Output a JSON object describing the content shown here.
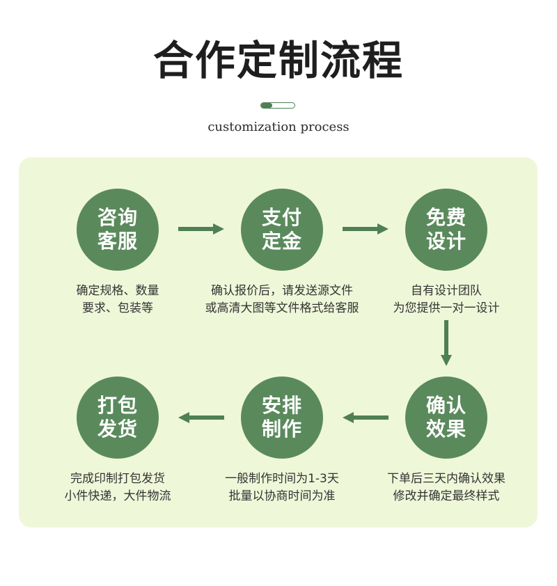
{
  "header": {
    "title": "合作定制流程",
    "subtitle": "customization process"
  },
  "colors": {
    "panel_bg": "#eff7d9",
    "circle": "#5a8a5c",
    "arrow": "#4f7f55"
  },
  "steps": [
    {
      "title": "咨询客服",
      "desc": [
        "确定规格、数量",
        "要求、包装等"
      ]
    },
    {
      "title": "支付定金",
      "desc": [
        "确认报价后，请发送源文件",
        "或高清大图等文件格式给客服"
      ]
    },
    {
      "title": "免费设计",
      "desc": [
        "自有设计团队",
        "为您提供一对一设计"
      ]
    },
    {
      "title": "确认效果",
      "desc": [
        "下单后三天内确认效果",
        "修改并确定最终样式"
      ]
    },
    {
      "title": "安排制作",
      "desc": [
        "一般制作时间为1-3天",
        "批量以协商时间为准"
      ]
    },
    {
      "title": "打包发货",
      "desc": [
        "完成印制打包发货",
        "小件快递，大件物流"
      ]
    }
  ],
  "arrows": [
    "arrow-right-icon",
    "arrow-right-icon",
    "arrow-down-icon",
    "arrow-left-icon",
    "arrow-left-icon"
  ]
}
